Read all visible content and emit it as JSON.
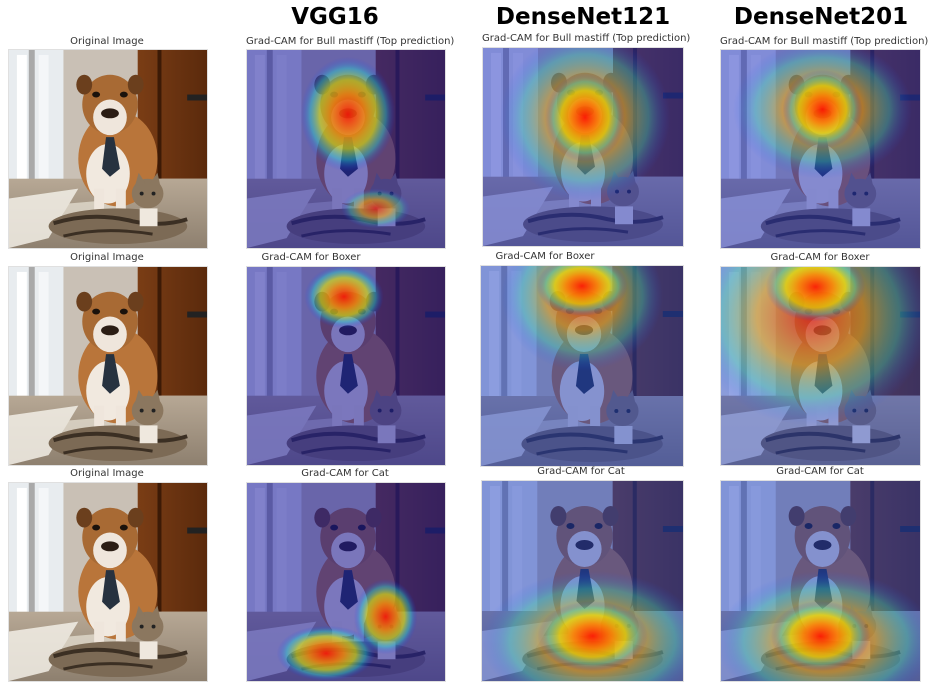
{
  "headers": [
    "VGG16",
    "DenseNet121",
    "DenseNet201"
  ],
  "rows": [
    {
      "original_title": "Original Image",
      "titles": [
        "Grad-CAM for Bull mastiff (Top prediction)",
        "Grad-CAM for Bull mastiff (Top prediction)",
        "Grad-CAM for Bull mastiff (Top prediction)"
      ]
    },
    {
      "original_title": "Original Image",
      "titles": [
        "Grad-CAM for Boxer",
        "Grad-CAM for Boxer",
        "Grad-CAM for Boxer"
      ]
    },
    {
      "original_title": "Original Image",
      "titles": [
        "Grad-CAM for Cat",
        "Grad-CAM for Cat",
        "Grad-CAM for Cat"
      ]
    }
  ]
}
